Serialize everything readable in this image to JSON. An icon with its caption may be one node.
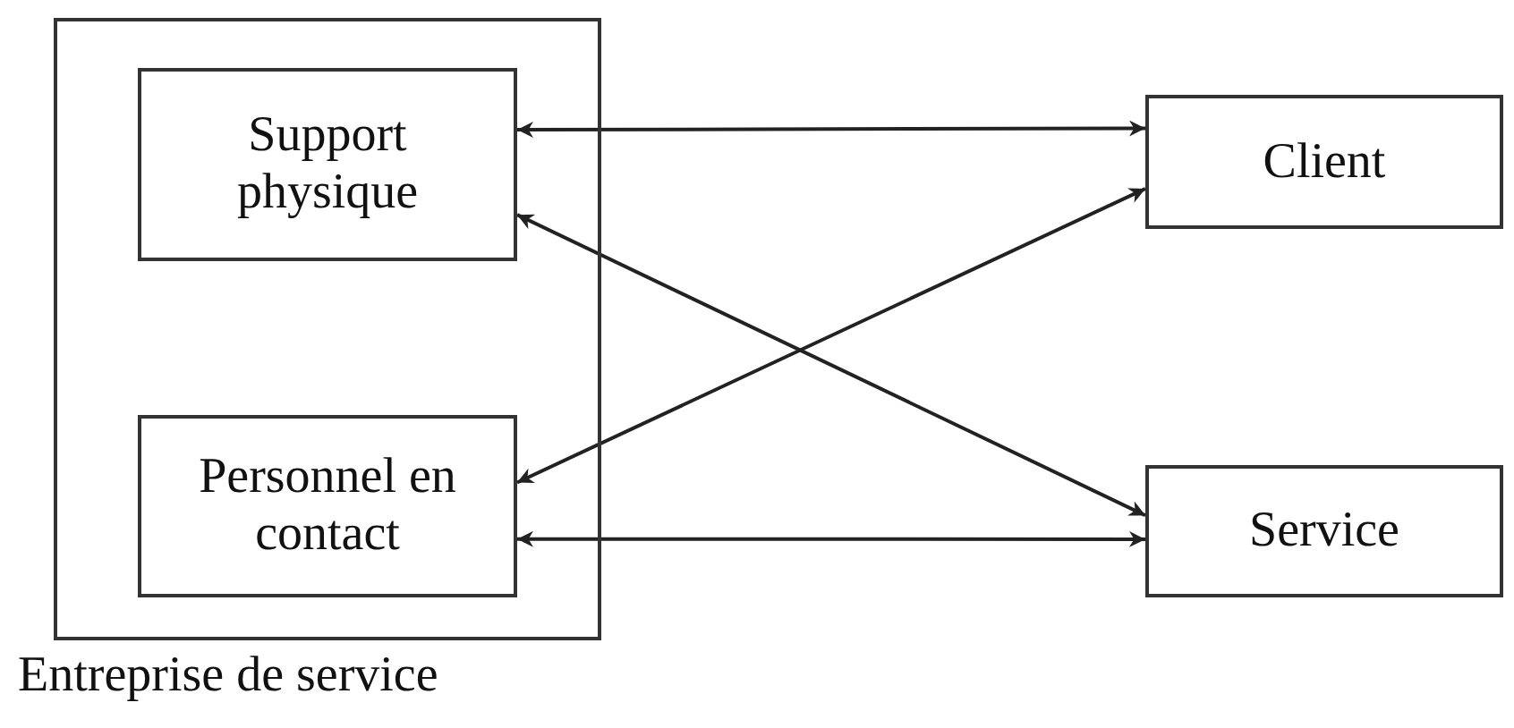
{
  "diagram": {
    "nodes": [
      {
        "text": [
          "Entreprise de service"
        ]
      },
      {
        "text": [
          "Support physique"
        ],
        "in": 0
      },
      {
        "text": [
          "Personnel en contact"
        ],
        "in": 0
      },
      {
        "text": [
          "Client"
        ]
      },
      {
        "text": [
          "Service"
        ]
      }
    ],
    "edges": [
      {
        "from": 1,
        "to": 3,
        "arrow": "both"
      },
      {
        "from": 2,
        "to": 3,
        "arrow": "both"
      },
      {
        "from": 1,
        "to": 4,
        "arrow": "both"
      },
      {
        "from": 2,
        "to": 4,
        "arrow": "both"
      }
    ]
  }
}
